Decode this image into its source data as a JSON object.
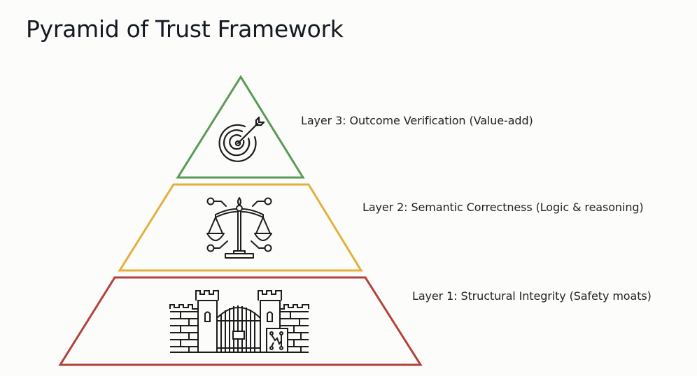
{
  "title": "Pyramid of Trust Framework",
  "layers": [
    {
      "level": 3,
      "label": "Layer 3: Outcome Verification (Value-add)",
      "icon": "target-icon",
      "color": "#5a9a55"
    },
    {
      "level": 2,
      "label": "Layer 2: Semantic Correctness (Logic & reasoning)",
      "icon": "scales-of-justice-icon",
      "color": "#e2b13c"
    },
    {
      "level": 1,
      "label": "Layer 1: Structural Integrity (Safety moats)",
      "icon": "castle-gate-icon",
      "color": "#b4403a"
    }
  ],
  "icon_stroke_color": "#1c1c1c"
}
